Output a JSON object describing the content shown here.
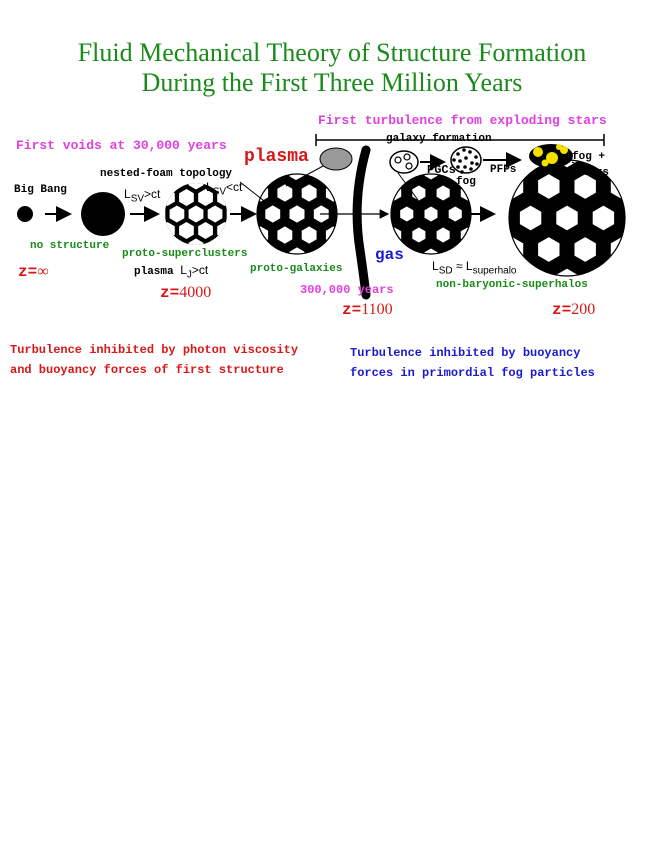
{
  "title": {
    "line1": "Fluid Mechanical Theory of Structure Formation",
    "line2": "During the First Three Million Years"
  },
  "labels": {
    "first_turbulence": "First turbulence from exploding stars",
    "first_voids": "First voids at 30,000 years",
    "plasma": "plasma",
    "galaxy_formation": "galaxy formation",
    "pgcs": "PGCs",
    "fog_small": "fog",
    "pfps": "PFPs",
    "fog_stars_1": "fog +",
    "fog_stars_2": "stars",
    "big_bang": "Big Bang",
    "nested_foam": "nested-foam topology",
    "lsv_gt": "SV",
    "lsv_lt": "SV",
    "ct_gt": ">ct",
    "ct_lt": "<ct",
    "no_structure": "no structure",
    "proto_superclusters": "proto-superclusters",
    "plasma_lj": "plasma",
    "lj_sub": "J",
    "lj_tail": ">ct",
    "proto_galaxies": "proto-galaxies",
    "gas": "gas",
    "lsd_sub": "SD",
    "approx": "≈",
    "superhalo_sub": "superhalo",
    "years_300k": "300,000 years",
    "non_baryonic": "non-baryonic-superhalos",
    "L": "L"
  },
  "redshifts": {
    "z_prefix": "z=",
    "z_inf": "∞",
    "z_4000": "4000",
    "z_1100": "1100",
    "z_200": "200"
  },
  "notes": {
    "left_1": "Turbulence inhibited by photon viscosity",
    "left_2": "and buoyancy forces of first structure",
    "right_1": "Turbulence inhibited by buoyancy",
    "right_2": "forces in primordial fog particles"
  },
  "colors": {
    "title": "#1a8a1a",
    "magenta": "#e040e0",
    "green": "#1a8a1a",
    "red": "#d81818",
    "blue": "#1a1ad0",
    "yellow": "#f5e000",
    "grey": "#999999"
  },
  "icons": [
    "big-bang-dot",
    "expanding-sphere",
    "proto-supercluster-foam",
    "proto-galaxy-foam",
    "gas-foam",
    "superhalo-foam",
    "plasma-blob",
    "pgc-blob",
    "fog-blob",
    "pfp-star-blob"
  ]
}
